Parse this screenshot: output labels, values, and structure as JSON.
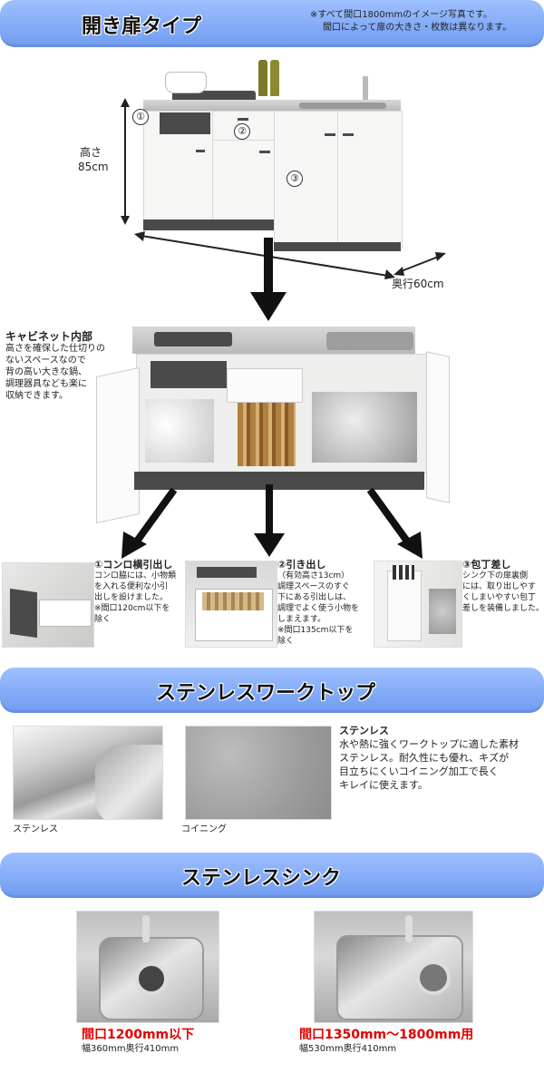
{
  "section1": {
    "title": "開き扉タイプ",
    "note_line1": "※すべて間口1800mmのイメージ写真です。",
    "note_line2": "間口によって扉の大きさ・枚数は異なります。",
    "height_label": "高さ",
    "height_value": "85cm",
    "depth_label": "奥行60cm",
    "marker1": "①",
    "marker2": "②",
    "marker3": "③",
    "cabinet_title": "キャビネット内部",
    "cabinet_desc": [
      "高さを確保した仕切りの",
      "ないスペースなので",
      "背の高い大きな鍋、",
      "調理器具なども楽に",
      "収納できます。"
    ],
    "features": [
      {
        "title": "①コンロ横引出し",
        "lines": [
          "コンロ脇には、小物類",
          "を入れる便利な小引",
          "出しを設けました。",
          "※間口120cm以下を",
          "除く"
        ]
      },
      {
        "title": "②引き出し",
        "lines": [
          "（有効高さ13cm）",
          "調理スペースのすぐ",
          "下にある引出しは、",
          "調理でよく使う小物を",
          "しまえます。",
          "※間口135cm以下を",
          "除く"
        ]
      },
      {
        "title": "③包丁差し",
        "lines": [
          "シンク下の扉裏側",
          "には、取り出しやす",
          "くしまいやすい包丁",
          "差しを装備しました。"
        ]
      }
    ]
  },
  "section2": {
    "title": "ステンレスワークトップ",
    "caption_left": "ステンレス",
    "caption_mid": "コイニング",
    "desc_title": "ステンレス",
    "desc_lines": [
      "水や熱に強くワークトップに適した素材",
      "ステンレス。耐久性にも優れ、キズが",
      "目立ちにくいコイニング加工で長く",
      "キレイに使えます。"
    ]
  },
  "section3": {
    "title": "ステンレスシンク",
    "sinks": [
      {
        "label": "間口1200mm以下",
        "size": "幅360mm奥行410mm"
      },
      {
        "label": "間口1350mm～1800mm用",
        "size": "幅530mm奥行410mm"
      }
    ]
  },
  "colors": {
    "banner": "#7fa6f4",
    "accent_red": "#e00000"
  }
}
